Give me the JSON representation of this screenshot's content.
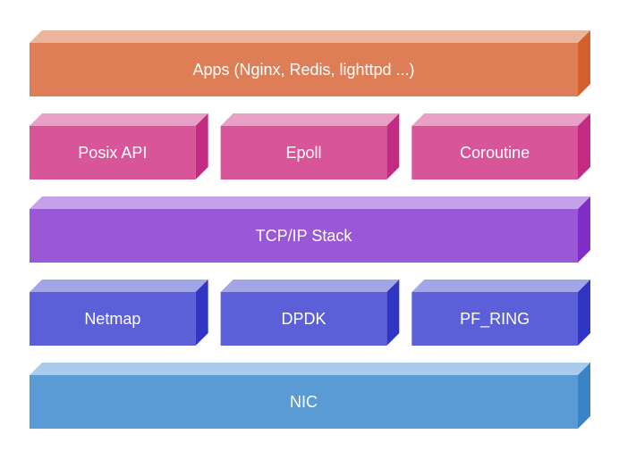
{
  "diagram": {
    "layers": [
      {
        "id": "apps",
        "colors": {
          "front": "#DD7E57",
          "top": "#EBB59B",
          "side": "#D35F2C"
        },
        "blocks": [
          {
            "id": "apps",
            "label": "Apps (Nginx, Redis, lighttpd ...)"
          }
        ]
      },
      {
        "id": "api",
        "colors": {
          "front": "#D9559A",
          "top": "#E8A0C6",
          "side": "#C32A82"
        },
        "blocks": [
          {
            "id": "posix-api",
            "label": "Posix API"
          },
          {
            "id": "epoll",
            "label": "Epoll"
          },
          {
            "id": "coroutine",
            "label": "Coroutine"
          }
        ]
      },
      {
        "id": "stack",
        "colors": {
          "front": "#9A57D6",
          "top": "#C5A1E8",
          "side": "#7F2FC8"
        },
        "blocks": [
          {
            "id": "tcp-ip-stack",
            "label": "TCP/IP Stack"
          }
        ]
      },
      {
        "id": "io",
        "colors": {
          "front": "#5B5FD8",
          "top": "#A2A5E8",
          "side": "#3135C4"
        },
        "blocks": [
          {
            "id": "netmap",
            "label": "Netmap"
          },
          {
            "id": "dpdk",
            "label": "DPDK"
          },
          {
            "id": "pf-ring",
            "label": "PF_RING"
          }
        ]
      },
      {
        "id": "nic",
        "colors": {
          "front": "#5B9BD5",
          "top": "#A9CCEA",
          "side": "#3A83C6"
        },
        "blocks": [
          {
            "id": "nic",
            "label": "NIC"
          }
        ]
      }
    ]
  }
}
